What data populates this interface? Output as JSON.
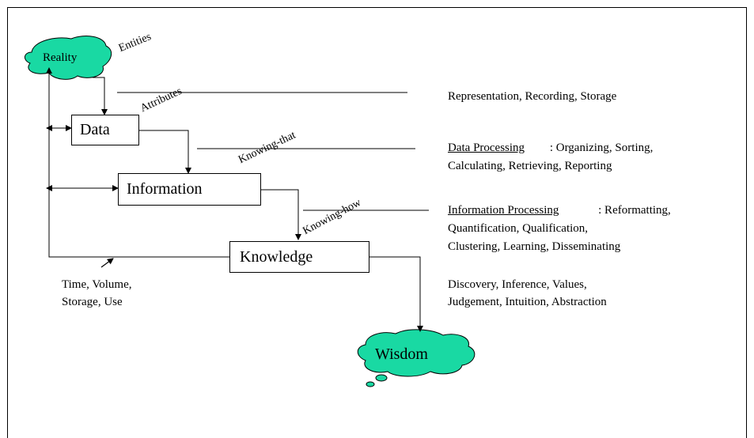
{
  "nodes": {
    "reality": "Reality",
    "data": "Data",
    "information": "Information",
    "knowledge": "Knowledge",
    "wisdom": "Wisdom"
  },
  "edge_labels": {
    "entities": "Entities",
    "attributes": "Attributes",
    "knowing_that": "Knowing-that",
    "knowing_how": "Knowing-how"
  },
  "descriptions": {
    "data_level": "Representation, Recording, Storage",
    "data_processing_title": "Data Processing",
    "data_processing_rest": " : Organizing, Sorting,",
    "data_processing_line2": "Calculating, Retrieving, Reporting",
    "info_processing_title": "Information Processing",
    "info_processing_rest": " : Reformatting,",
    "info_processing_line2": "Quantification, Qualification,",
    "info_processing_line3": "Clustering, Learning, Disseminating",
    "knowledge_line1": "Discovery, Inference, Values,",
    "knowledge_line2": "Judgement, Intuition, Abstraction"
  },
  "feedback_label": {
    "line1": "Time, Volume,",
    "line2": "Storage, Use"
  },
  "colors": {
    "cloud_fill": "#19d9a3",
    "line": "#000000"
  }
}
